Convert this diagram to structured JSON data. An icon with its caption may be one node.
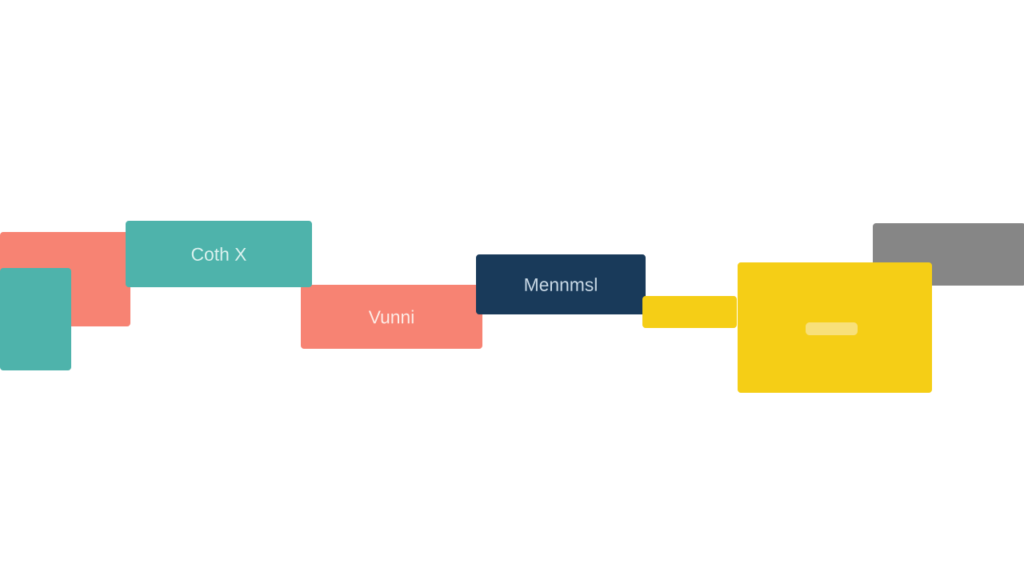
{
  "diagram": {
    "nodes": [
      {
        "text": [],
        "shape": "box"
      },
      {
        "text": [],
        "shape": "box"
      },
      {
        "text": [
          "Coth X"
        ]
      },
      {
        "text": [
          "Vunni"
        ]
      },
      {
        "text": [
          "Mennmsl"
        ]
      },
      {
        "text": [],
        "shape": "box"
      },
      {
        "text": [],
        "shape": "box"
      },
      {
        "text": [],
        "shape": "box"
      }
    ]
  }
}
